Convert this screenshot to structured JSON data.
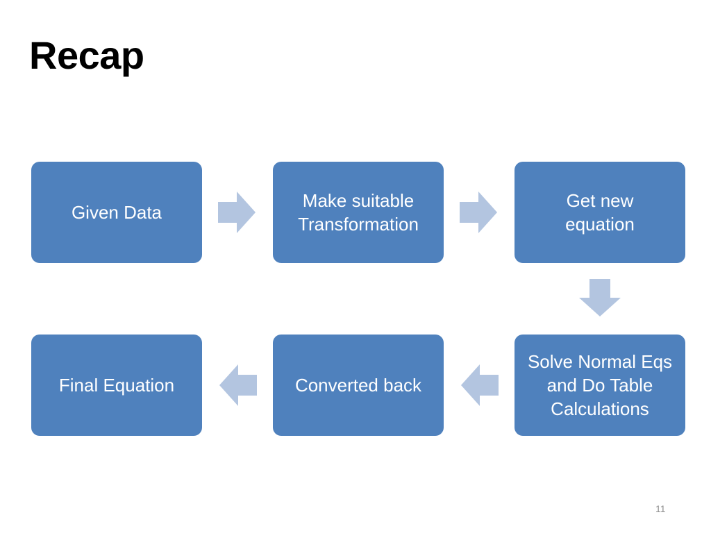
{
  "slide": {
    "title": "Recap",
    "page_number": "11"
  },
  "colors": {
    "box_fill": "#4f81bd",
    "box_text": "#ffffff",
    "arrow_fill": "#b3c5e0",
    "title": "#000000",
    "page_number": "#8c8c8c"
  },
  "steps": [
    {
      "label": "Given Data"
    },
    {
      "label": "Make suitable\nTransformation"
    },
    {
      "label": "Get new\nequation"
    },
    {
      "label": "Solve Normal Eqs\nand Do Table\nCalculations"
    },
    {
      "label": "Converted back"
    },
    {
      "label": "Final Equation"
    }
  ],
  "connectors": [
    {
      "from": "Given Data",
      "to": "Make suitable Transformation",
      "direction": "right"
    },
    {
      "from": "Make suitable Transformation",
      "to": "Get new equation",
      "direction": "right"
    },
    {
      "from": "Get new equation",
      "to": "Solve Normal Eqs and Do Table Calculations",
      "direction": "down"
    },
    {
      "from": "Solve Normal Eqs and Do Table Calculations",
      "to": "Converted back",
      "direction": "left"
    },
    {
      "from": "Converted back",
      "to": "Final Equation",
      "direction": "left"
    }
  ]
}
